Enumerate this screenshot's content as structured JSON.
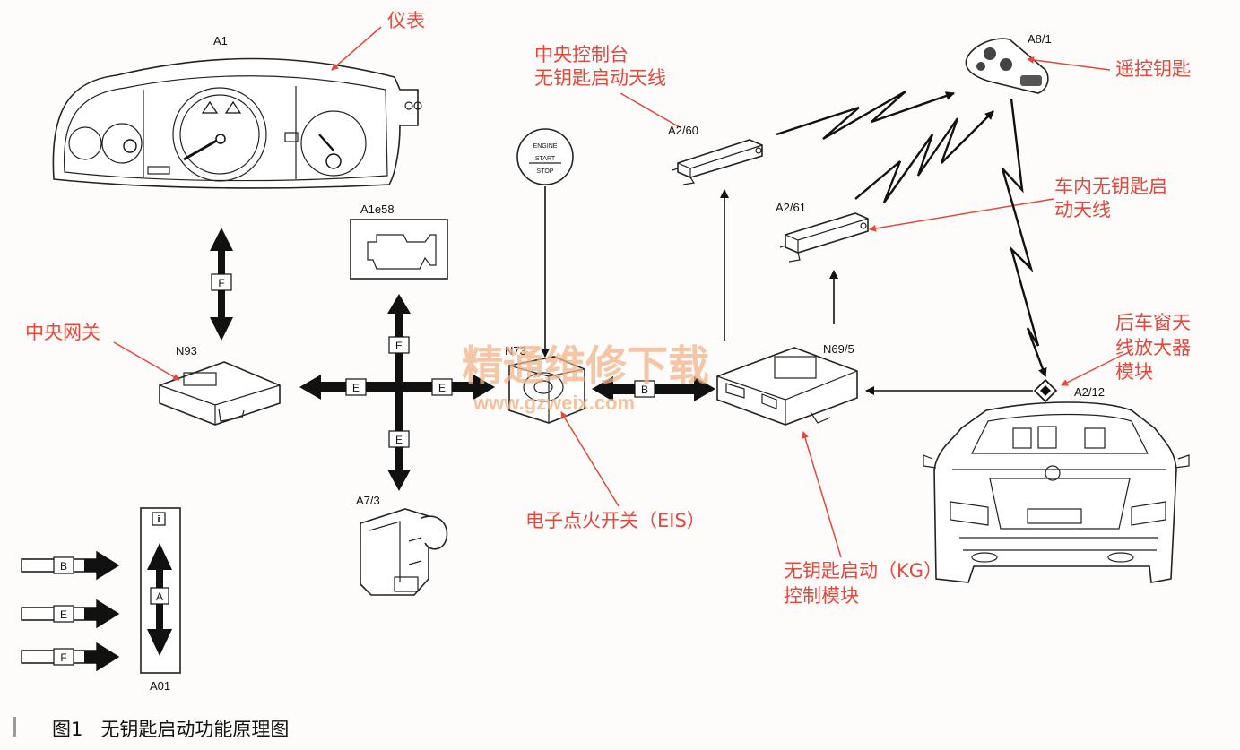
{
  "labels": {
    "a1": "A1",
    "a1e58": "A1e58",
    "n93": "N93",
    "n73": "N73",
    "a7_3": "A7/3",
    "a2_60": "A2/60",
    "a2_61": "A2/61",
    "n69_5": "N69/5",
    "a8_1": "A8/1",
    "a2_12": "A2/12",
    "a01": "A01"
  },
  "annotations": {
    "instrument": "仪表",
    "central_gateway": "中央网关",
    "console_antenna_line1": "中央控制台",
    "console_antenna_line2": "无钥匙启动天线",
    "remote_key": "遥控钥匙",
    "interior_antenna_line1": "车内无钥匙启",
    "interior_antenna_line2": "动天线",
    "rear_amp_line1": "后车窗天",
    "rear_amp_line2": "线放大器",
    "rear_amp_line3": "模块",
    "eis": "电子点火开关（EIS）",
    "kg_module_line1": "无钥匙启动（KG）",
    "kg_module_line2": "控制模块"
  },
  "bus_letters": {
    "b": "B",
    "e": "E",
    "f": "F",
    "a": "A"
  },
  "start_button": {
    "line1": "ENGINE",
    "line2": "START",
    "line3": "STOP"
  },
  "legend_info_icon": "i",
  "watermark": {
    "line1": "精通维修下载",
    "line2": "www.gzweix.com"
  },
  "caption": "图1   无钥匙启动功能原理图",
  "colors": {
    "annotation": "#e2483c",
    "watermark": "#f1b58a",
    "ink": "#111111"
  }
}
